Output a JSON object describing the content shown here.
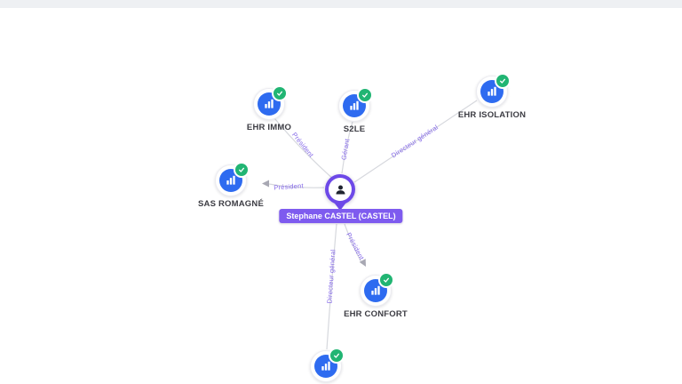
{
  "person": {
    "label": "Stephane CASTEL (CASTEL)"
  },
  "companies": [
    {
      "label": "EHR IMMO"
    },
    {
      "label": "S2LE"
    },
    {
      "label": "EHR ISOLATION"
    },
    {
      "label": "SAS ROMAGNÉ"
    },
    {
      "label": "EHR CONFORT"
    },
    {
      "label": ""
    }
  ],
  "relationships": [
    {
      "role": "Président",
      "company": "EHR IMMO"
    },
    {
      "role": "Gérant",
      "company": "S2LE"
    },
    {
      "role": "Directeur général",
      "company": "EHR ISOLATION"
    },
    {
      "role": "Président",
      "company": "SAS ROMAGNÉ"
    },
    {
      "role": "Président",
      "company": "EHR CONFORT"
    },
    {
      "role": "Directeur général",
      "company": ""
    }
  ],
  "colors": {
    "badge_bg": "#7e5bef",
    "marker_purple": "#6d49e8",
    "edge_label": "#8468e8",
    "company_blue": "#2e6bf0",
    "check_green": "#21b573",
    "edge_line": "#d6d8dd"
  }
}
